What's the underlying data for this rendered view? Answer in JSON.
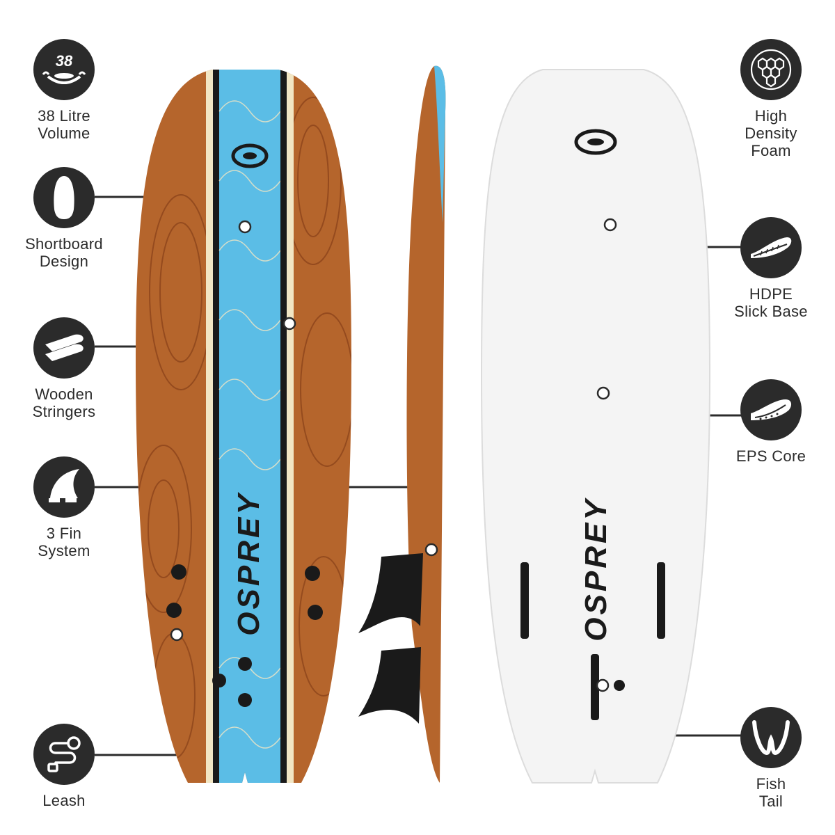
{
  "features_left": [
    {
      "icon": "volume-38-icon",
      "badge_text": "38",
      "label": "38 Litre\nVolume"
    },
    {
      "icon": "shortboard-icon",
      "label": "Shortboard\nDesign"
    },
    {
      "icon": "wooden-stringers-icon",
      "label": "Wooden\nStringers"
    },
    {
      "icon": "fin-icon",
      "label": "3 Fin\nSystem"
    },
    {
      "icon": "leash-icon",
      "label": "Leash"
    }
  ],
  "features_right": [
    {
      "icon": "foam-hexagon-icon",
      "label": "High\nDensity\nFoam"
    },
    {
      "icon": "hdpe-base-icon",
      "label": "HDPE\nSlick Base"
    },
    {
      "icon": "eps-core-icon",
      "label": "EPS Core"
    },
    {
      "icon": "fish-tail-icon",
      "label": "Fish\nTail"
    }
  ],
  "board": {
    "brand": "OSPREY",
    "colors": {
      "wood": "#b5652c",
      "wood_dark": "#7a3614",
      "stripe_blue": "#5bbde6",
      "stripe_cream": "#f2e6c4",
      "stripe_black": "#1a1a1a",
      "deck_white": "#f4f4f4",
      "badge_dark": "#2b2b2b"
    }
  }
}
